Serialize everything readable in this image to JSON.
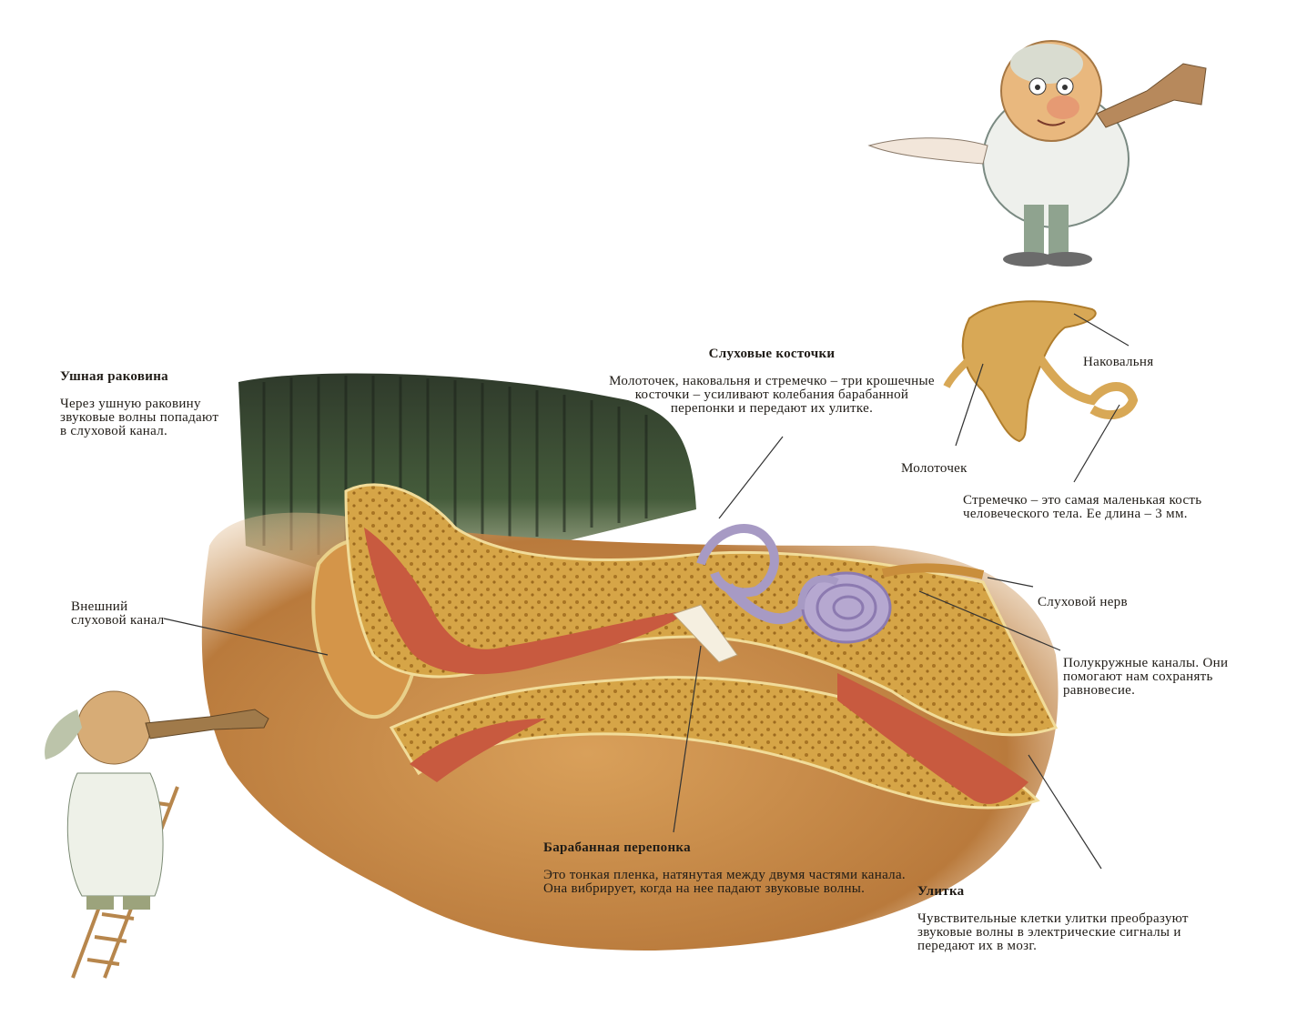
{
  "labels": {
    "auricle": {
      "title": "Ушная раковина",
      "text": "Через ушную раковину звуковые волны попадают в слуховой канал."
    },
    "external_canal": {
      "text": "Внешний слуховой канал"
    },
    "ossicles": {
      "title": "Слуховые косточки",
      "text": "Молоточек, наковальня и стремечко – три крошечные косточки – усиливают колебания барабанной перепонки и передают их улитке."
    },
    "incus": {
      "text": "Наковальня"
    },
    "malleus": {
      "text": "Молоточек"
    },
    "stapes": {
      "text": "Стремечко – это самая маленькая кость человеческого тела. Ее длина – 3 мм."
    },
    "auditory_nerve": {
      "text": "Слуховой нерв"
    },
    "semicircular_canals": {
      "text": "Полукружные каналы. Они помогают нам сохранять равновесие."
    },
    "eardrum": {
      "title": "Барабанная перепонка",
      "text": "Это тонкая пленка, натянутая между двумя частями канала. Она вибрирует, когда на нее падают звуковые волны."
    },
    "cochlea": {
      "title": "Улитка",
      "text": "Чувствительные клетки улитки преобразуют звуковые волны в электрические сигналы и передают их в мозг."
    }
  },
  "colors": {
    "hair": "#3d5236",
    "skin": "#c98a45",
    "bone": "#d9a548",
    "canal": "#c85a3f",
    "labyrinth": "#a79ac4",
    "line": "#333333"
  },
  "icons": [
    "doctor-with-horn",
    "doctor-on-ladder",
    "ossicles-bones",
    "ear-cross-section"
  ]
}
